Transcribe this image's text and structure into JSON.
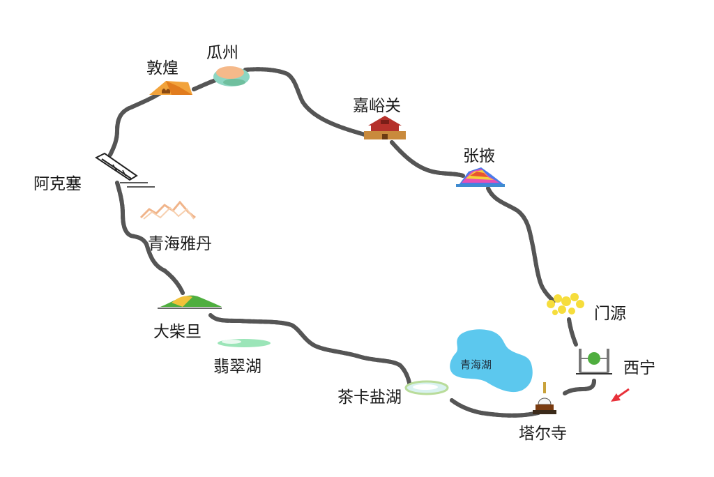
{
  "map": {
    "stops": [
      {
        "id": "dunhuang",
        "label": "敦煌",
        "icon": "camel-dune-icon"
      },
      {
        "id": "guazhou",
        "label": "瓜州",
        "icon": "melon-icon"
      },
      {
        "id": "jiayuguan",
        "label": "嘉峪关",
        "icon": "fortress-gate-icon"
      },
      {
        "id": "zhangye",
        "label": "张掖",
        "icon": "rainbow-mountain-icon"
      },
      {
        "id": "menyuan",
        "label": "门源",
        "icon": "rapeseed-flowers-icon"
      },
      {
        "id": "xining",
        "label": "西宁",
        "icon": "mosque-icon"
      },
      {
        "id": "taersi",
        "label": "塔尔寺",
        "icon": "stupa-icon"
      },
      {
        "id": "chaka",
        "label": "茶卡盐湖",
        "icon": "salt-lake-icon"
      },
      {
        "id": "feicui",
        "label": "翡翠湖",
        "icon": "emerald-lake-icon"
      },
      {
        "id": "dachaidan",
        "label": "大柴旦",
        "icon": "green-hills-icon"
      },
      {
        "id": "yadan",
        "label": "青海雅丹",
        "icon": "yardang-icon"
      },
      {
        "id": "aksay",
        "label": "阿克塞",
        "icon": "railway-bridge-icon"
      }
    ],
    "lake_label": "青海湖",
    "colors": {
      "route": "#555555",
      "route_ties": "#ffffff",
      "lake": "#5cc8ee",
      "start_arrow": "#e8313a"
    }
  }
}
